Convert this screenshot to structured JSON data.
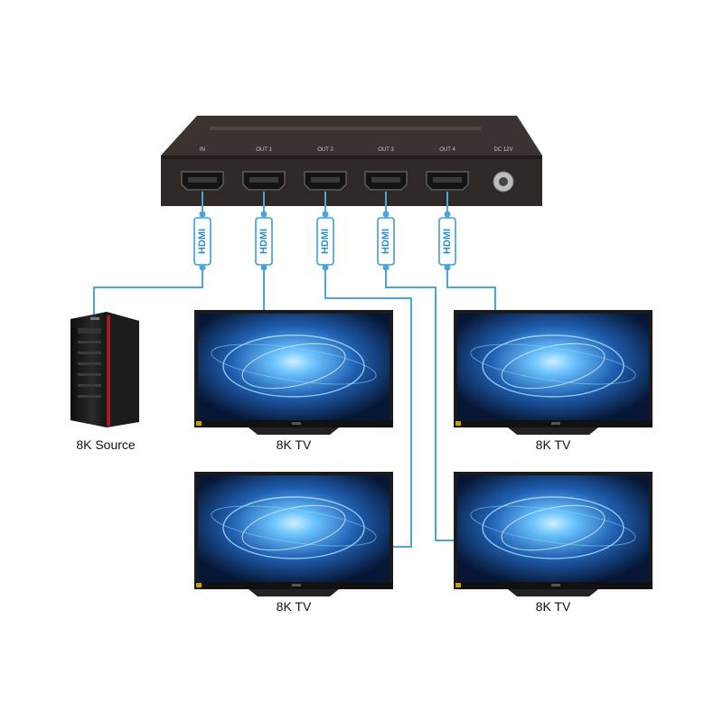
{
  "splitter": {
    "port_labels": [
      "IN",
      "OUT 1",
      "OUT 2",
      "OUT 3",
      "OUT 4",
      "DC 12V"
    ],
    "colors": {
      "body_top": "#3a3330",
      "body_front": "#2e2826",
      "port": "#141414"
    }
  },
  "cables": {
    "tag_text": "HDMI",
    "colors": {
      "wire": "#4aa6d6",
      "tag_border": "#3d9ed4",
      "tag_fill": "#ffffff"
    }
  },
  "source": {
    "label": "8K Source",
    "icon": "desktop-tower-icon"
  },
  "displays": [
    {
      "id": "tv1",
      "label": "8K TV",
      "icon": "television-icon"
    },
    {
      "id": "tv2",
      "label": "8K TV",
      "icon": "television-icon"
    },
    {
      "id": "tv3",
      "label": "8K TV",
      "icon": "television-icon"
    },
    {
      "id": "tv4",
      "label": "8K TV",
      "icon": "television-icon"
    }
  ],
  "colors": {
    "screen_glow": "#6cc4ff",
    "screen_dark": "#0a1c44",
    "bezel": "#1b1b1b"
  }
}
